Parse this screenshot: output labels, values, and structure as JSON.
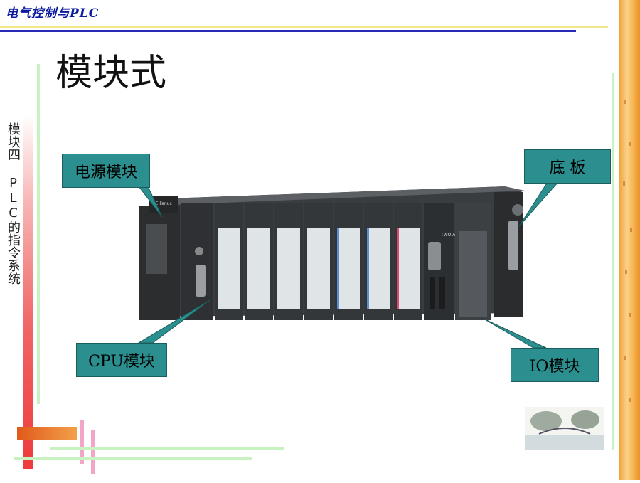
{
  "header": {
    "title": "电气控制与PLC"
  },
  "slide": {
    "title": "模块式",
    "side_text": "模块四 PLC的指令系统"
  },
  "callouts": {
    "power_module": "电源模块",
    "base_plate": "底 板",
    "cpu_module": "CPU模块",
    "io_module": "IO模块"
  },
  "device": {
    "brand": "GE Fanuc",
    "axis_label": "TWO AXIS"
  },
  "colors": {
    "callout_bg": "#2c8f8f",
    "header_text": "#0a1aa0",
    "accent_orange": "#f0a235"
  }
}
